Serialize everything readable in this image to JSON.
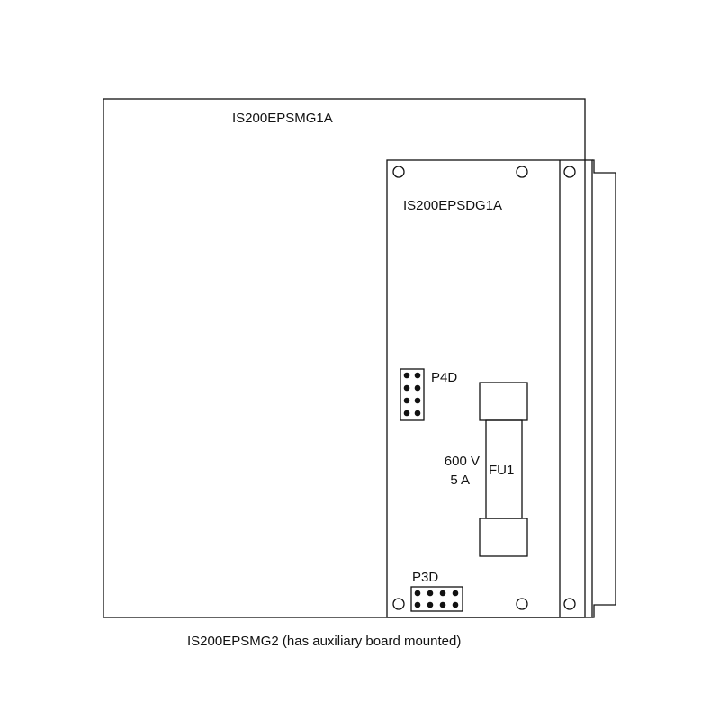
{
  "main_board": {
    "label": "IS200EPSMG1A"
  },
  "aux_board": {
    "label": "IS200EPSDG1A"
  },
  "connectors": {
    "p4d": "P4D",
    "p3d": "P3D"
  },
  "fuse": {
    "label": "FU1",
    "voltage": "600 V",
    "current": "5 A"
  },
  "caption": "IS200EPSMG2 (has auxiliary board mounted)"
}
